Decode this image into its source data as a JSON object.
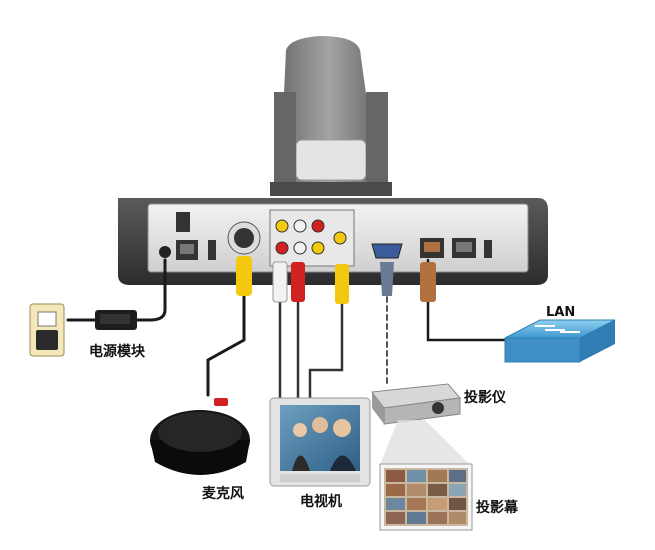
{
  "labels": {
    "power_module": "电源模块",
    "microphone": "麦克风",
    "tv": "电视机",
    "projector": "投影仪",
    "screen": "投影幕",
    "lan": "LAN"
  },
  "colors": {
    "codec_body": "#3f3f41",
    "camera_gray": "#8a8a8c",
    "yellow_cable": "#f2c90f",
    "red_plug": "#d32020",
    "white_plug": "#f2f2f2",
    "vga_blue": "#3a5c9a",
    "lan_switch": "#4ea3d8",
    "cable_black": "#1a1a1a"
  },
  "icons": [
    "power-outlet-icon",
    "power-adapter-icon",
    "microphone-icon",
    "tv-icon",
    "projector-icon",
    "projection-screen-icon",
    "lan-switch-icon",
    "camera-head-icon"
  ]
}
